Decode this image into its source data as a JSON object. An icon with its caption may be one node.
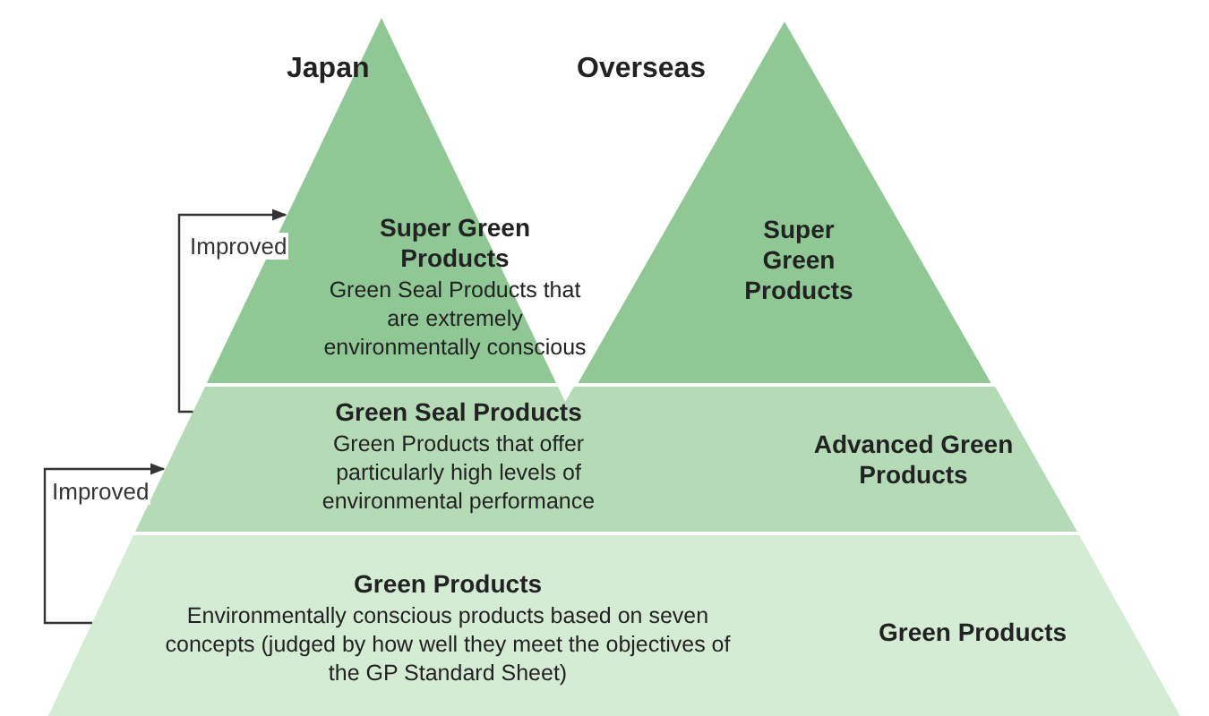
{
  "diagram": {
    "nodes": [
      {
        "text": [
          "Super Green Products",
          "Green Seal Products that are extremely environmentally conscious"
        ]
      },
      {
        "text": [
          "Green Seal Products",
          "Green Products that offer particularly high levels of environmental performance"
        ]
      },
      {
        "text": [
          "Green Products",
          "Environmentally conscious products based on seven concepts (judged by how well they meet the objectives of the GP Standard Sheet)"
        ]
      },
      {
        "text": [
          "Super Green Products"
        ]
      },
      {
        "text": [
          "Advanced Green Products"
        ]
      },
      {
        "text": [
          "Green Products"
        ]
      }
    ],
    "edges": [
      {
        "from": 2,
        "to": 1,
        "arrow": "to",
        "label": "Improved"
      },
      {
        "from": 1,
        "to": 0,
        "arrow": "to",
        "label": "Improved"
      }
    ],
    "labels": [
      "Japan",
      "Overseas"
    ]
  }
}
